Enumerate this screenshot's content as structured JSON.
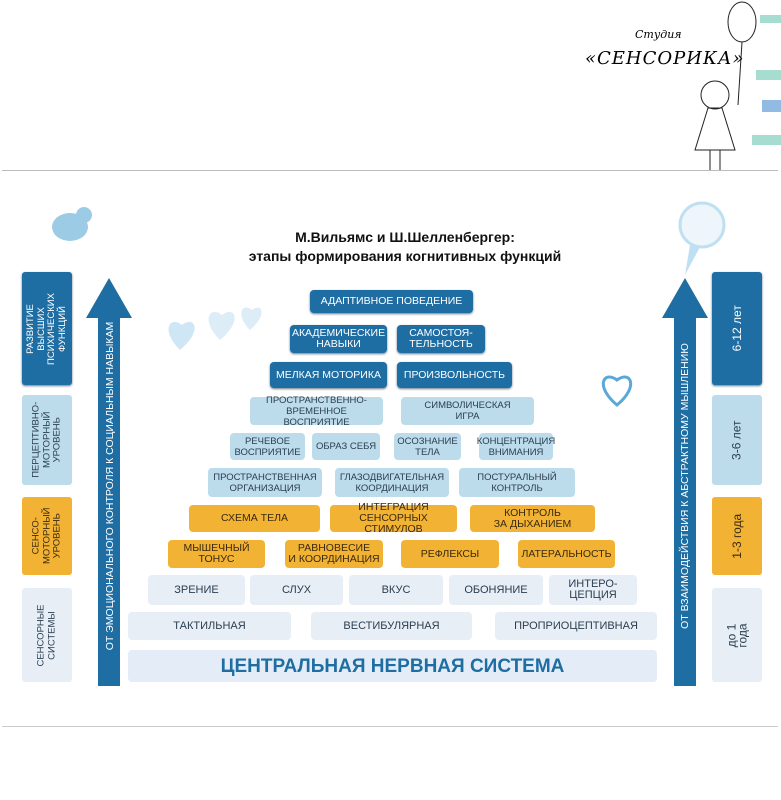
{
  "logo": {
    "line1": "Студия",
    "line2": "«СЕНСОРИКА»"
  },
  "title": {
    "line1": "М.Вильямс и Ш.Шелленбергер:",
    "line2": "этапы формирования когнитивных функций"
  },
  "left_levels": [
    "РАЗВИТИЕ ВЫСШИХ\nПСИХИЧЕСКИХ\nФУНКЦИЙ",
    "ПЕРЦЕПТИВНО-\nМОТОРНЫЙ\nУРОВЕНЬ",
    "СЕНСО-\nМОТОРНЫЙ\nУРОВЕНЬ",
    "СЕНСОРНЫЕ\nСИСТЕМЫ"
  ],
  "right_ages": [
    "6-12 лет",
    "3-6 лет",
    "1-3 года",
    "до 1 года"
  ],
  "left_arrow": "ОТ ЭМОЦИОНАЛЬНОГО КОНТРОЛЯ К СОЦИАЛЬНЫМ НАВЫКАМ",
  "right_arrow": "ОТ ВЗАИМОДЕЙСТВИЯ К АБСТРАКТНОМУ МЫШЛЕНИЮ",
  "pyramid": [
    [
      "АДАПТИВНОЕ ПОВЕДЕНИЕ"
    ],
    [
      "АКАДЕМИЧЕСКИЕ\nНАВЫКИ",
      "САМОСТОЯ-\nТЕЛЬНОСТЬ"
    ],
    [
      "МЕЛКАЯ МОТОРИКА",
      "ПРОИЗВОЛЬНОСТЬ"
    ],
    [
      "ПРОСТРАНСТВЕННО-\nВРЕМЕННОЕ ВОСПРИЯТИЕ",
      "СИМВОЛИЧЕСКАЯ\nИГРА"
    ],
    [
      "РЕЧЕВОЕ\nВОСПРИЯТИЕ",
      "ОБРАЗ СЕБЯ",
      "ОСОЗНАНИЕ\nТЕЛА",
      "КОНЦЕНТРАЦИЯ\nВНИМАНИЯ"
    ],
    [
      "ПРОСТРАНСТВЕННАЯ\nОРГАНИЗАЦИЯ",
      "ГЛАЗОДВИГАТЕЛЬНАЯ\nКООРДИНАЦИЯ",
      "ПОСТУРАЛЬНЫЙ\nКОНТРОЛЬ"
    ],
    [
      "СХЕМА ТЕЛА",
      "ИНТЕГРАЦИЯ\nСЕНСОРНЫХ СТИМУЛОВ",
      "КОНТРОЛЬ\nЗА ДЫХАНИЕМ"
    ],
    [
      "МЫШЕЧНЫЙ\nТОНУС",
      "РАВНОВЕСИЕ\nИ КООРДИНАЦИЯ",
      "РЕФЛЕКСЫ",
      "ЛАТЕРАЛЬНОСТЬ"
    ],
    [
      "ЗРЕНИЕ",
      "СЛУХ",
      "ВКУС",
      "ОБОНЯНИЕ",
      "ИНТЕРО-\nЦЕПЦИЯ"
    ],
    [
      "ТАКТИЛЬНАЯ",
      "ВЕСТИБУЛЯРНАЯ",
      "ПРОПРИОЦЕПТИВНАЯ"
    ],
    [
      "ЦЕНТРАЛЬНАЯ НЕРВНАЯ СИСТЕМА"
    ]
  ],
  "colors": {
    "dark": "#1e6da3",
    "light": "#bcdcec",
    "orange": "#f2b233",
    "gray": "#e8eef6"
  }
}
